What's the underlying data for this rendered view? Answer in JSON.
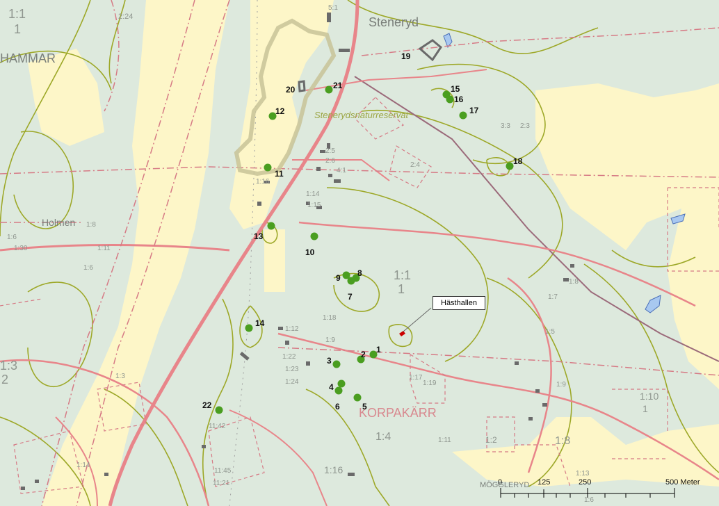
{
  "places": {
    "stenervd": "Steneryd",
    "hammar": "HAMMAR",
    "holmen": "Holmen",
    "korpakarr": "KORPAKÄRR",
    "nature_reserve": "Stenerydsnaturreservat",
    "moggleryd": "MÖGGLERYD"
  },
  "callout": "Hästhallen",
  "points": [
    {
      "label": "1"
    },
    {
      "label": "2"
    },
    {
      "label": "3"
    },
    {
      "label": "4"
    },
    {
      "label": "5"
    },
    {
      "label": "6"
    },
    {
      "label": "7"
    },
    {
      "label": "8"
    },
    {
      "label": "9"
    },
    {
      "label": "10"
    },
    {
      "label": "11"
    },
    {
      "label": "12"
    },
    {
      "label": "13"
    },
    {
      "label": "14"
    },
    {
      "label": "15"
    },
    {
      "label": "16"
    },
    {
      "label": "17"
    },
    {
      "label": "18"
    },
    {
      "label": "19"
    },
    {
      "label": "20"
    },
    {
      "label": "21"
    },
    {
      "label": "22"
    }
  ],
  "parcels": [
    "1:1",
    "1",
    "2:24",
    "5:1",
    "3:3",
    "2:3",
    "2:4",
    "2:5",
    "2:6",
    "4:1",
    "1:16",
    "1:14",
    "1:15",
    "1:6",
    "1:30",
    "1:8",
    "1:11",
    "1:6",
    "1:1",
    "1",
    "1:8",
    "1:7",
    "1:5",
    "1:18",
    "1:12",
    "1:9",
    "1:22",
    "1:23",
    "1:24",
    "1:17",
    "1:19",
    "1:9",
    "1:10",
    "1",
    "1:3",
    "2",
    "1:3",
    "11:42",
    "11:45",
    "11:21",
    "1:16",
    "1:4",
    "1:11",
    "1:2",
    "1:8",
    "1:13",
    "1:6",
    "1:14"
  ],
  "scale": {
    "t0": "0",
    "t1": "125",
    "t2": "250",
    "t3": "500 Meter"
  },
  "colors": {
    "land": "#dde9dd",
    "field": "#fdf6c8",
    "contour": "#9da828",
    "road": "#e8858a",
    "boundary": "#d67a85",
    "points": "#4a9e20",
    "highlight": "#cc0000",
    "water": "#a8c8f0"
  }
}
